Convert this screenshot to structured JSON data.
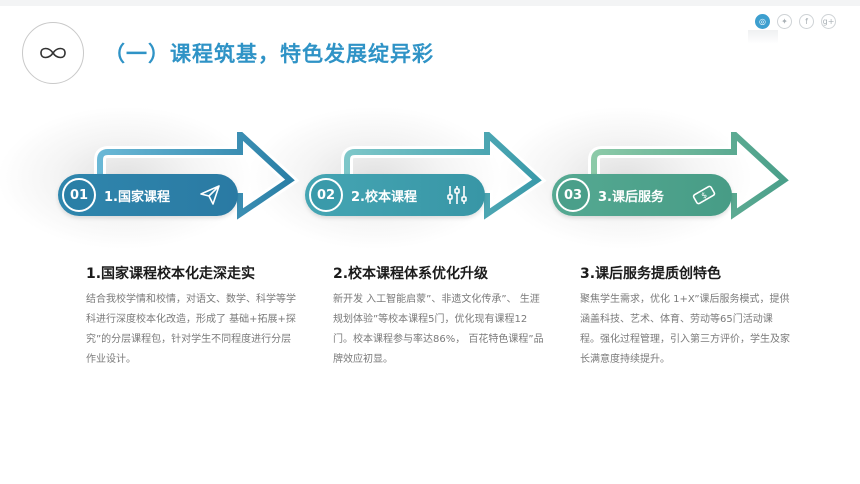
{
  "header": {
    "title": "（一）课程筑基，特色发展绽异彩",
    "logo_icon": "infinity-icon"
  },
  "social": [
    {
      "icon": "instagram-icon",
      "glyph": "◎",
      "active": true
    },
    {
      "icon": "twitter-icon",
      "glyph": "✦",
      "active": false
    },
    {
      "icon": "facebook-icon",
      "glyph": "f",
      "active": false
    },
    {
      "icon": "google-plus-icon",
      "glyph": "g+",
      "active": false
    }
  ],
  "colors": {
    "title": "#2f93c6",
    "step1": "#2a7fa6",
    "step2": "#3a9aaa",
    "step3": "#4a9f8a"
  },
  "steps": [
    {
      "num": "01",
      "label": "1.国家课程",
      "icon": "paper-plane-icon",
      "title": "1.国家课程校本化走深走实",
      "text": "结合我校学情和校情，对语文、数学、科学等学科进行深度校本化改造，形成了 基础+拓展+探究”的分层课程包，针对学生不同程度进行分层作业设计。"
    },
    {
      "num": "02",
      "label": "2.校本课程",
      "icon": "sliders-icon",
      "title": "2.校本课程体系优化升级",
      "text": "新开发 入工智能启蒙”、非遗文化传承”、 生涯规划体验”等校本课程5门，优化现有课程12门。校本课程参与率达86%， 百花特色课程”品牌效应初显。"
    },
    {
      "num": "03",
      "label": "3.课后服务",
      "icon": "money-icon",
      "title": "3.课后服务提质创特色",
      "text": "聚焦学生需求，优化 1+X”课后服务模式，提供涵盖科技、艺术、体育、劳动等65门活动课程。强化过程管理，引入第三方评价，学生及家长满意度持续提升。"
    }
  ]
}
